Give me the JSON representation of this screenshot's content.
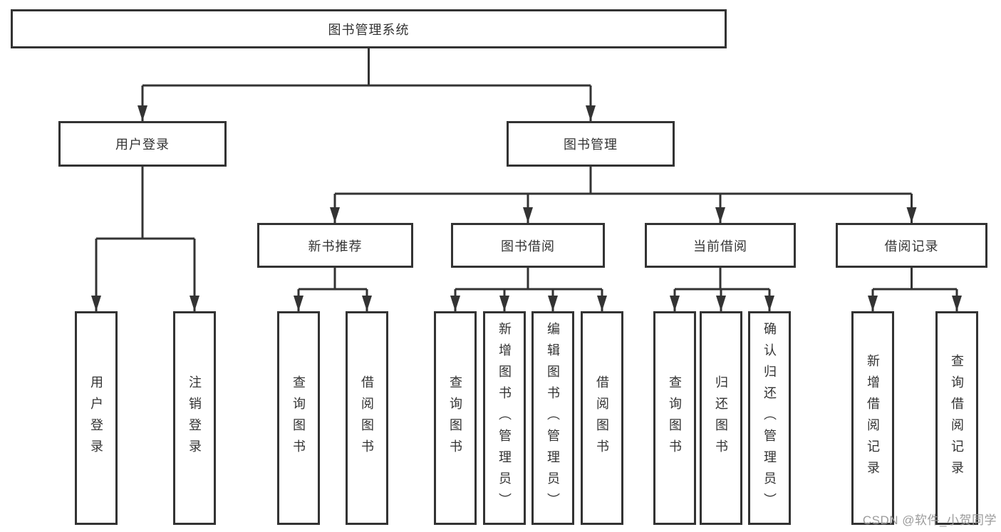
{
  "tree": {
    "label": "图书管理系统",
    "children": [
      {
        "label": "用户登录",
        "children": [
          {
            "label": "用户登录"
          },
          {
            "label": "注销登录"
          }
        ]
      },
      {
        "label": "图书管理",
        "children": [
          {
            "label": "新书推荐",
            "children": [
              {
                "label": "查询图书"
              },
              {
                "label": "借阅图书"
              }
            ]
          },
          {
            "label": "图书借阅",
            "children": [
              {
                "label": "查询图书"
              },
              {
                "label": "新增图书（管理员）"
              },
              {
                "label": "编辑图书（管理员）"
              },
              {
                "label": "借阅图书"
              }
            ]
          },
          {
            "label": "当前借阅",
            "children": [
              {
                "label": "查询图书"
              },
              {
                "label": "归还图书"
              },
              {
                "label": "确认归还（管理员）"
              }
            ]
          },
          {
            "label": "借阅记录",
            "children": [
              {
                "label": "新增借阅记录"
              },
              {
                "label": "查询借阅记录"
              }
            ]
          }
        ]
      }
    ]
  },
  "watermark": {
    "text": "CSDN @软件_小贺同学"
  },
  "colors": {
    "line": "#333333",
    "box_border": "#333333",
    "text": "#333333",
    "background": "#ffffff",
    "watermark": "#9b9b9b"
  }
}
